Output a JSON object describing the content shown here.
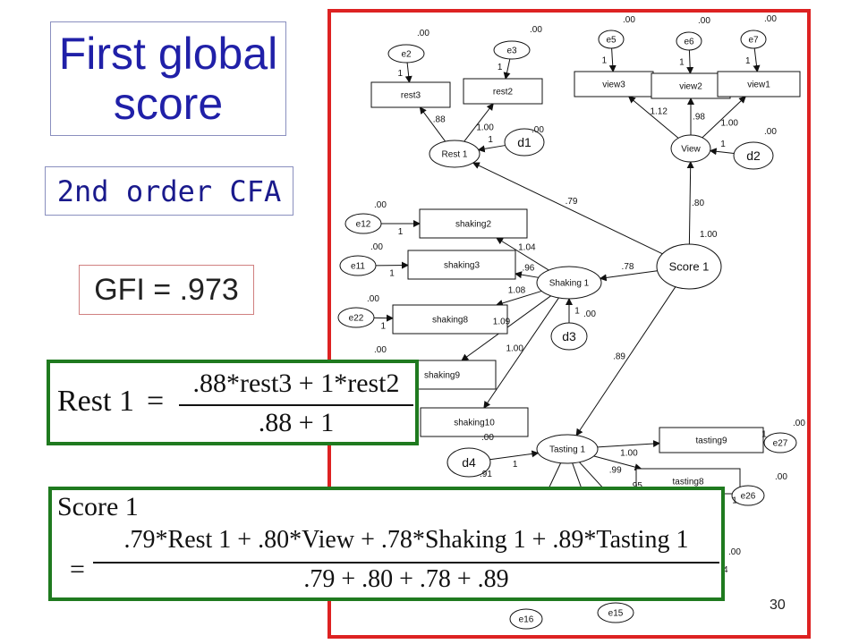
{
  "title": "First global\nscore",
  "subtitle": "2nd order CFA",
  "fit_stat": "GFI = .973",
  "page_number": "30",
  "colors": {
    "title_text": "#2020a8",
    "cfa_text": "#1a1a8c",
    "diagram_frame": "#dd2222",
    "equation_frame": "#1f7a1f",
    "title_border": "#8a8fbf",
    "gfi_border": "#d08080"
  },
  "equation_rest": {
    "label": "Rest 1",
    "equals": "=",
    "numerator": ".88*rest3 + 1*rest2",
    "denominator": ".88 + 1"
  },
  "equation_score": {
    "label": "Score 1",
    "equals": "=",
    "numerator": ".79*Rest 1 + .80*View  + .78*Shaking 1 + .89*Tasting 1",
    "denominator": ".79  + .80 + .78 + .89"
  },
  "diagram": {
    "nodes": [
      {
        "id": "rest1",
        "label": "Rest 1",
        "shape": "ellipse"
      },
      {
        "id": "view",
        "label": "View",
        "shape": "ellipse"
      },
      {
        "id": "score1",
        "label": "Score 1",
        "shape": "ellipse"
      },
      {
        "id": "shaking1",
        "label": "Shaking 1",
        "shape": "ellipse"
      },
      {
        "id": "tasting1",
        "label": "Tasting 1",
        "shape": "ellipse"
      },
      {
        "id": "d1",
        "label": "d1",
        "shape": "ellipse"
      },
      {
        "id": "d2",
        "label": "d2",
        "shape": "ellipse"
      },
      {
        "id": "d3",
        "label": "d3",
        "shape": "ellipse"
      },
      {
        "id": "d4",
        "label": "d4",
        "shape": "ellipse"
      },
      {
        "id": "rest3",
        "label": "rest3",
        "shape": "rect"
      },
      {
        "id": "rest2",
        "label": "rest2",
        "shape": "rect"
      },
      {
        "id": "view3",
        "label": "view3",
        "shape": "rect"
      },
      {
        "id": "view2",
        "label": "view2",
        "shape": "rect"
      },
      {
        "id": "view1",
        "label": "view1",
        "shape": "rect"
      },
      {
        "id": "shaking2",
        "label": "shaking2",
        "shape": "rect"
      },
      {
        "id": "shaking3",
        "label": "shaking3",
        "shape": "rect"
      },
      {
        "id": "shaking8",
        "label": "shaking8",
        "shape": "rect"
      },
      {
        "id": "shaking9",
        "label": "shaking9",
        "shape": "rect"
      },
      {
        "id": "shaking10",
        "label": "shaking10",
        "shape": "rect"
      },
      {
        "id": "tasting9",
        "label": "tasting9",
        "shape": "rect"
      },
      {
        "id": "tasting8",
        "label": "tasting8",
        "shape": "rect"
      },
      {
        "id": "e2",
        "label": "e2",
        "shape": "ellipse"
      },
      {
        "id": "e3",
        "label": "e3",
        "shape": "ellipse"
      },
      {
        "id": "e5",
        "label": "e5",
        "shape": "ellipse"
      },
      {
        "id": "e6",
        "label": "e6",
        "shape": "ellipse"
      },
      {
        "id": "e7",
        "label": "e7",
        "shape": "ellipse"
      },
      {
        "id": "e12",
        "label": "e12",
        "shape": "ellipse"
      },
      {
        "id": "e11",
        "label": "e11",
        "shape": "ellipse"
      },
      {
        "id": "e22",
        "label": "e22",
        "shape": "ellipse"
      },
      {
        "id": "e27",
        "label": "e27",
        "shape": "ellipse"
      },
      {
        "id": "e26",
        "label": "e26",
        "shape": "ellipse"
      },
      {
        "id": "e16",
        "label": "e16",
        "shape": "ellipse"
      },
      {
        "id": "e15",
        "label": "e15",
        "shape": "ellipse"
      }
    ],
    "edges": [
      {
        "from": "rest1",
        "to": "rest3",
        "label": ".88"
      },
      {
        "from": "rest1",
        "to": "rest2",
        "label": "1.00"
      },
      {
        "from": "view",
        "to": "view3",
        "label": "1.12"
      },
      {
        "from": "view",
        "to": "view2",
        "label": ".98"
      },
      {
        "from": "view",
        "to": "view1",
        "label": "1.00"
      },
      {
        "from": "score1",
        "to": "rest1",
        "label": ".79"
      },
      {
        "from": "score1",
        "to": "view",
        "label": ".80"
      },
      {
        "from": "score1",
        "to": "shaking1",
        "label": ".78"
      },
      {
        "from": "score1",
        "to": "tasting1",
        "label": ".89"
      },
      {
        "from": "shaking1",
        "to": "shaking2",
        "label": "1.04"
      },
      {
        "from": "shaking1",
        "to": "shaking3",
        "label": ".96"
      },
      {
        "from": "shaking1",
        "to": "shaking8",
        "label": "1.08"
      },
      {
        "from": "shaking1",
        "to": "shaking9",
        "label": "1.09"
      },
      {
        "from": "shaking1",
        "to": "shaking10",
        "label": "1.00"
      },
      {
        "from": "tasting1",
        "to": "tasting9",
        "label": "1.00"
      },
      {
        "from": "tasting1",
        "to": "tasting8",
        "label": ".99"
      },
      {
        "from": "d1",
        "to": "rest1",
        "label": "1"
      },
      {
        "from": "d2",
        "to": "view",
        "label": "1"
      },
      {
        "from": "d3",
        "to": "shaking1",
        "label": "1"
      },
      {
        "from": "d4",
        "to": "tasting1",
        "label": "1"
      },
      {
        "from": "e2",
        "to": "rest3",
        "label": "1"
      },
      {
        "from": "e3",
        "to": "rest2",
        "label": "1"
      },
      {
        "from": "e5",
        "to": "view3",
        "label": "1"
      },
      {
        "from": "e6",
        "to": "view2",
        "label": "1"
      },
      {
        "from": "e7",
        "to": "view1",
        "label": "1"
      },
      {
        "from": "e12",
        "to": "shaking2",
        "label": "1"
      },
      {
        "from": "e11",
        "to": "shaking3",
        "label": "1"
      },
      {
        "from": "e22",
        "to": "shaking8",
        "label": "1"
      },
      {
        "from": "e27",
        "to": "tasting9",
        "label": "1"
      },
      {
        "from": "e26",
        "to": "tasting8",
        "label": "1"
      }
    ],
    "extra_labels": {
      "score_constraint": "1.00",
      "variance": ".00",
      "partial_91": ".91",
      "partial_95": ".95",
      "partial_4": "4"
    }
  }
}
